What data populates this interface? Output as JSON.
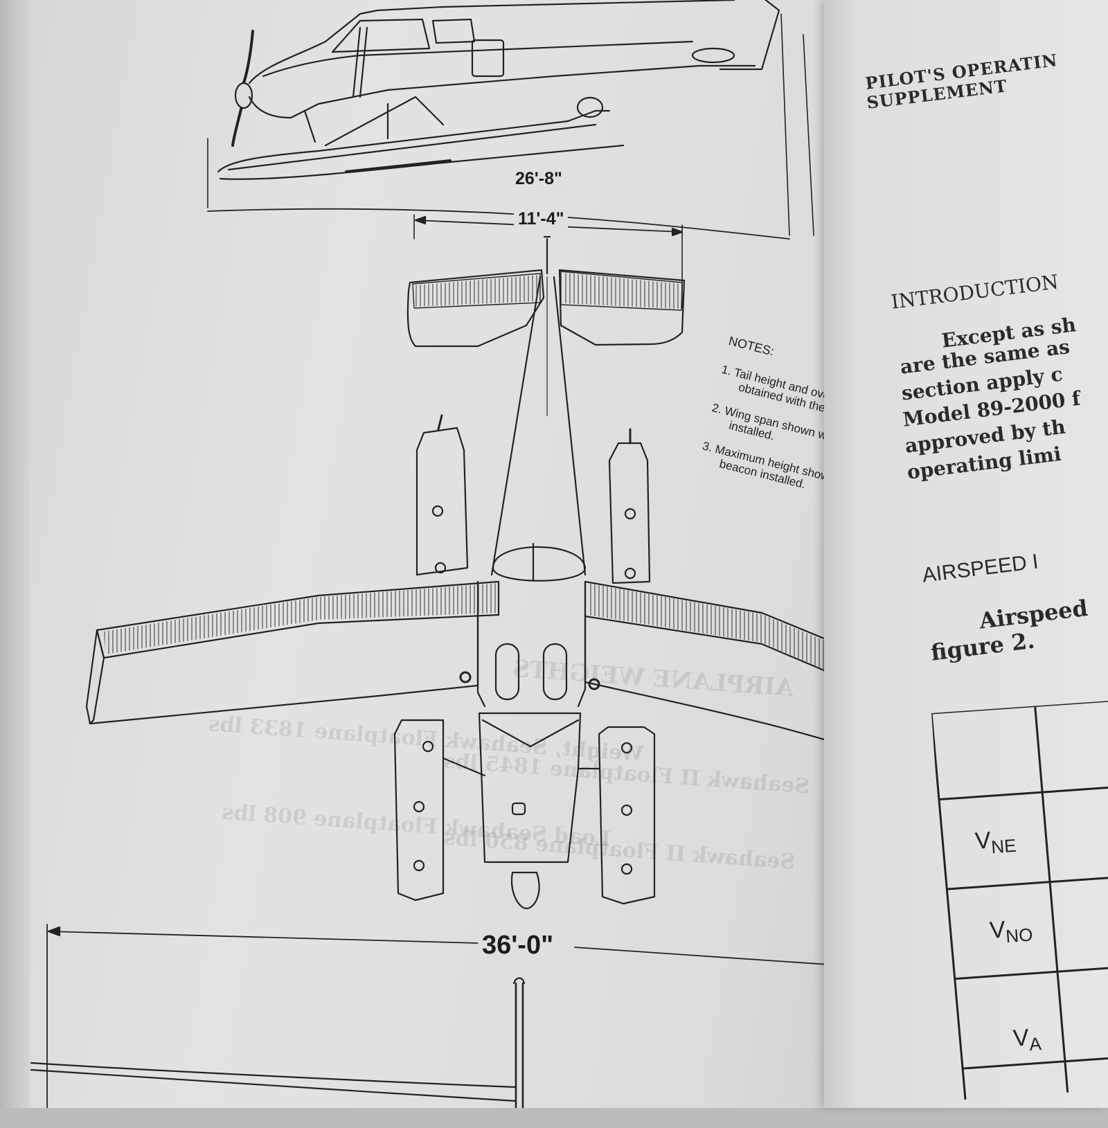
{
  "dimensions": {
    "length": "26'-8\"",
    "stabilizer_span": "11'-4\"",
    "wing_span": "36'-0\""
  },
  "notes": {
    "header": "NOTES:",
    "items": [
      {
        "num": "1.",
        "line1": "Tail height and over-all lengt",
        "line2": "obtained with the floatpla"
      },
      {
        "num": "2.",
        "line1": "Wing span shown with strob",
        "line2": "installed."
      },
      {
        "num": "3.",
        "line1": "Maximum height shown with",
        "line2": "beacon installed."
      }
    ]
  },
  "right_page": {
    "running_head_1": "PILOT'S OPERATIN",
    "running_head_2": "SUPPLEMENT",
    "introduction_heading": "INTRODUCTION",
    "intro_lines": [
      "Except as sh",
      "are the same as",
      "section apply c",
      "Model 89-2000 f",
      "approved by th",
      "operating limi"
    ],
    "airspeed_heading": "AIRSPEED I",
    "airspeed_line1": "Airspeed",
    "airspeed_line2": "figure 2.",
    "table_rows": [
      {
        "base": "V",
        "sub": "NE"
      },
      {
        "base": "V",
        "sub": "NO"
      },
      {
        "base": "V",
        "sub": "A"
      }
    ]
  },
  "bleed_through": {
    "lines": [
      "AIRPLANE WEIGHTS",
      "Weight, Seahawk Floatplane 1833 lbs",
      "Seahawk II Floatplane 1845 lbs",
      "Load Seahawk Floatplane 908 lbs",
      "Seahawk II Floatplane 850 lbs"
    ]
  }
}
